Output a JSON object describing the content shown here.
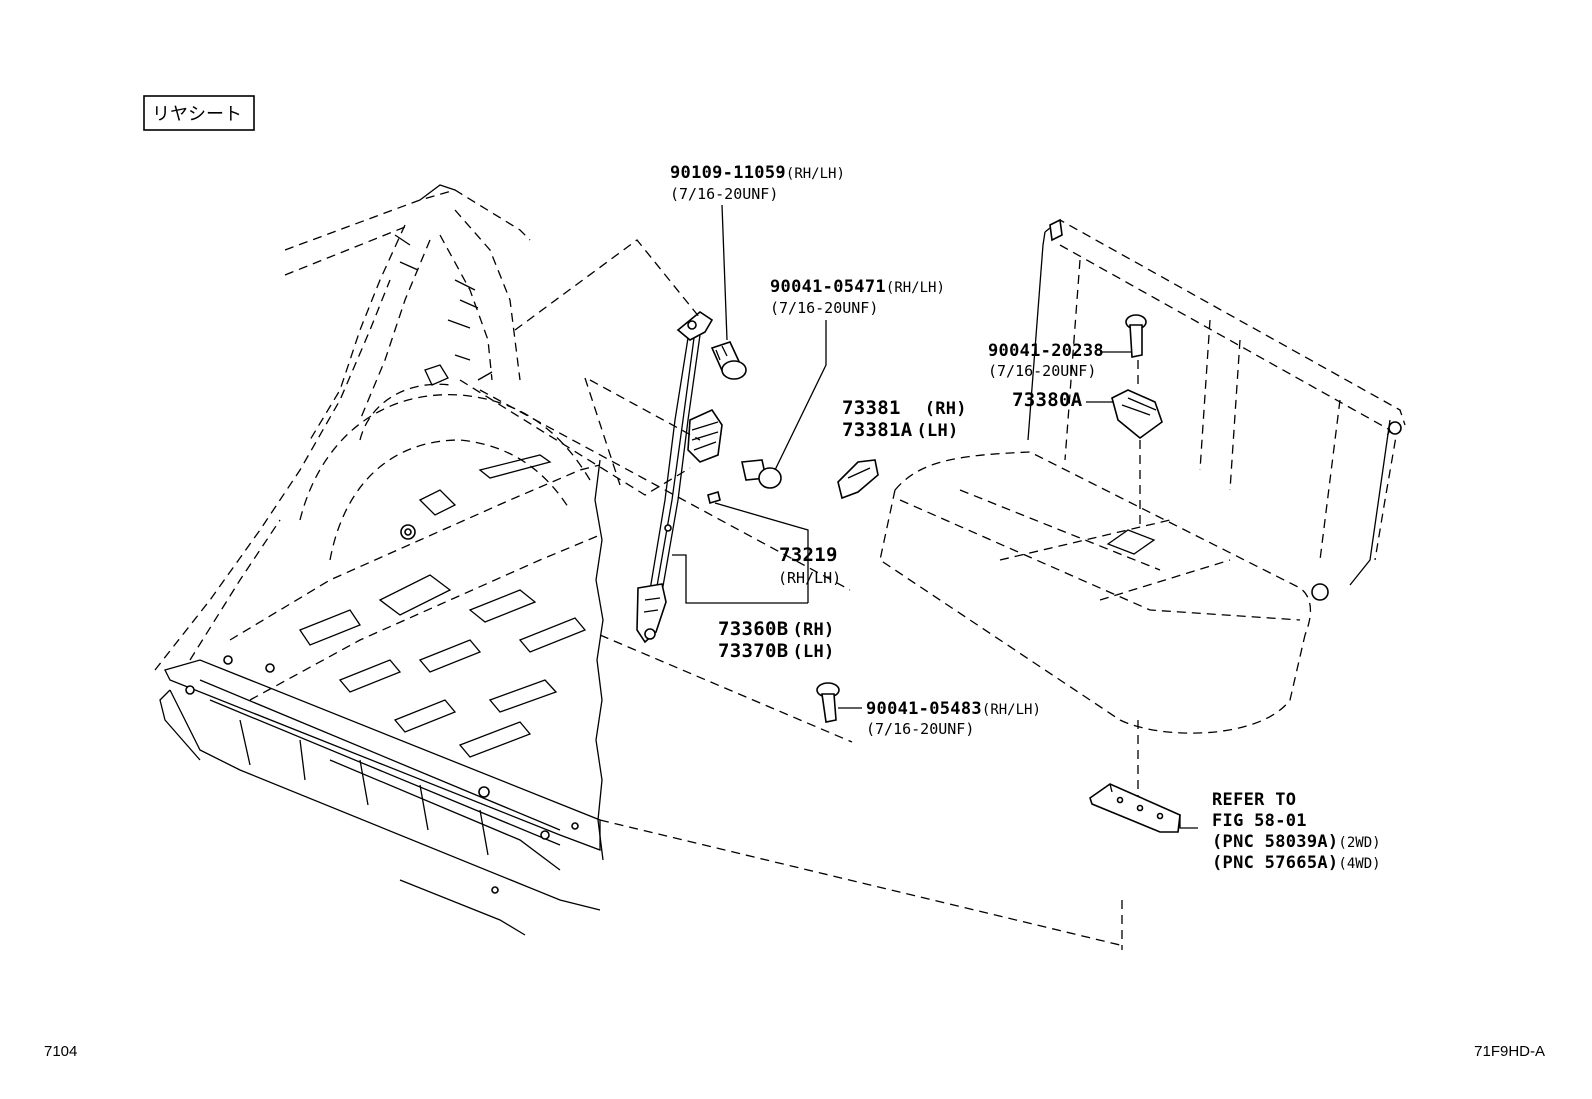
{
  "title": "リヤシート",
  "figure_code": "71F9HD-A",
  "page_number": "7104",
  "callouts": {
    "bolt_top": {
      "part": "90109-11059",
      "tag": "(RH/LH)",
      "spec": "(7/16-20UNF)"
    },
    "bolt_mid": {
      "part": "90041-05471",
      "tag": "(RH/LH)",
      "spec": "(7/16-20UNF)"
    },
    "bolt_seat": {
      "part": "90041-20238",
      "spec": "(7/16-20UNF)"
    },
    "buckle_rh": {
      "part": "73381",
      "tag": "(RH)"
    },
    "buckle_lh": {
      "part": "73381A",
      "tag": "(LH)"
    },
    "buckle_center": {
      "part": "73380A"
    },
    "anchor": {
      "part": "73219",
      "tag": "(RH/LH)"
    },
    "belt_rh": {
      "part": "73360B",
      "tag": "(RH)"
    },
    "belt_lh": {
      "part": "73370B",
      "tag": "(LH)"
    },
    "bolt_low": {
      "part": "90041-05483",
      "tag": "(RH/LH)",
      "spec": "(7/16-20UNF)"
    }
  },
  "refer": {
    "line1": "REFER TO",
    "line2": "FIG 58-01",
    "pnc1": "(PNC 58039A)",
    "pnc1_tag": "(2WD)",
    "pnc2": "(PNC 57665A)",
    "pnc2_tag": "(4WD)"
  }
}
